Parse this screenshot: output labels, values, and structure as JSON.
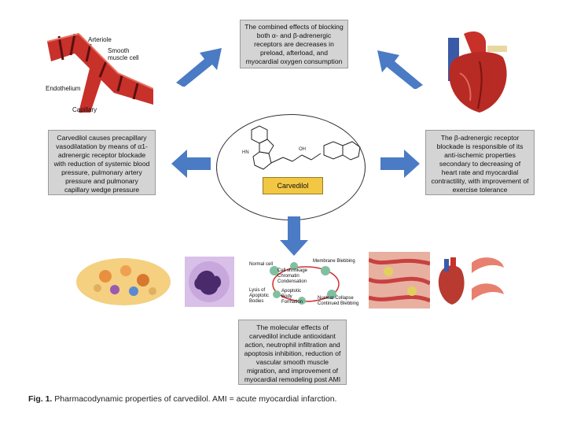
{
  "boxes": {
    "top": "The combined effects of blocking both α- and β-adrenergic receptors are decreases in preload, afterload, and myocardial oxygen consumption",
    "left": "Carvedilol causes precapillary vasodilatation by means of α1-adrenergic receptor blockade with reduction of systemic blood pressure, pulmonary artery pressure and pulmonary capillary wedge pressure",
    "right": "The β-adrenergic receptor blockade is responsible of its anti-ischemic properties secondary to decreasing of heart rate and myocardial contractility, with improvement of exercise tolerance",
    "bottom": "The molecular effects of carvedilol include antioxidant action, neutrophil infiltration and apoptosis inhibition, reduction of vascular smooth muscle migration, and improvement of myocardial remodeling post AMI"
  },
  "drug_label": "Carvedilol",
  "vessel_labels": {
    "arteriole": "Arteriole",
    "smooth_muscle": "Smooth muscle cell",
    "endothelium": "Endothelium",
    "capillary": "Capillary"
  },
  "apoptosis_labels": {
    "normal_cell": "Normal cell",
    "membrane_blebbing": "Membrane Blebbing",
    "cell_shrinkage": "Cell shrinkage Chromatin Condensation",
    "apoptotic_body": "Apoptotic Body Formation",
    "lysis": "Lysis of Apoptotic Bodies",
    "nuclear_collapse": "Nuclear Collapse Continued Blebbing"
  },
  "caption": {
    "label": "Fig. 1.",
    "text": "Pharmacodynamic properties of carvedilol. AMI = acute myocardial infarction."
  },
  "colors": {
    "arrow": "#4a7bc4",
    "box": "#d4d4d4",
    "label": "#f2c744"
  }
}
